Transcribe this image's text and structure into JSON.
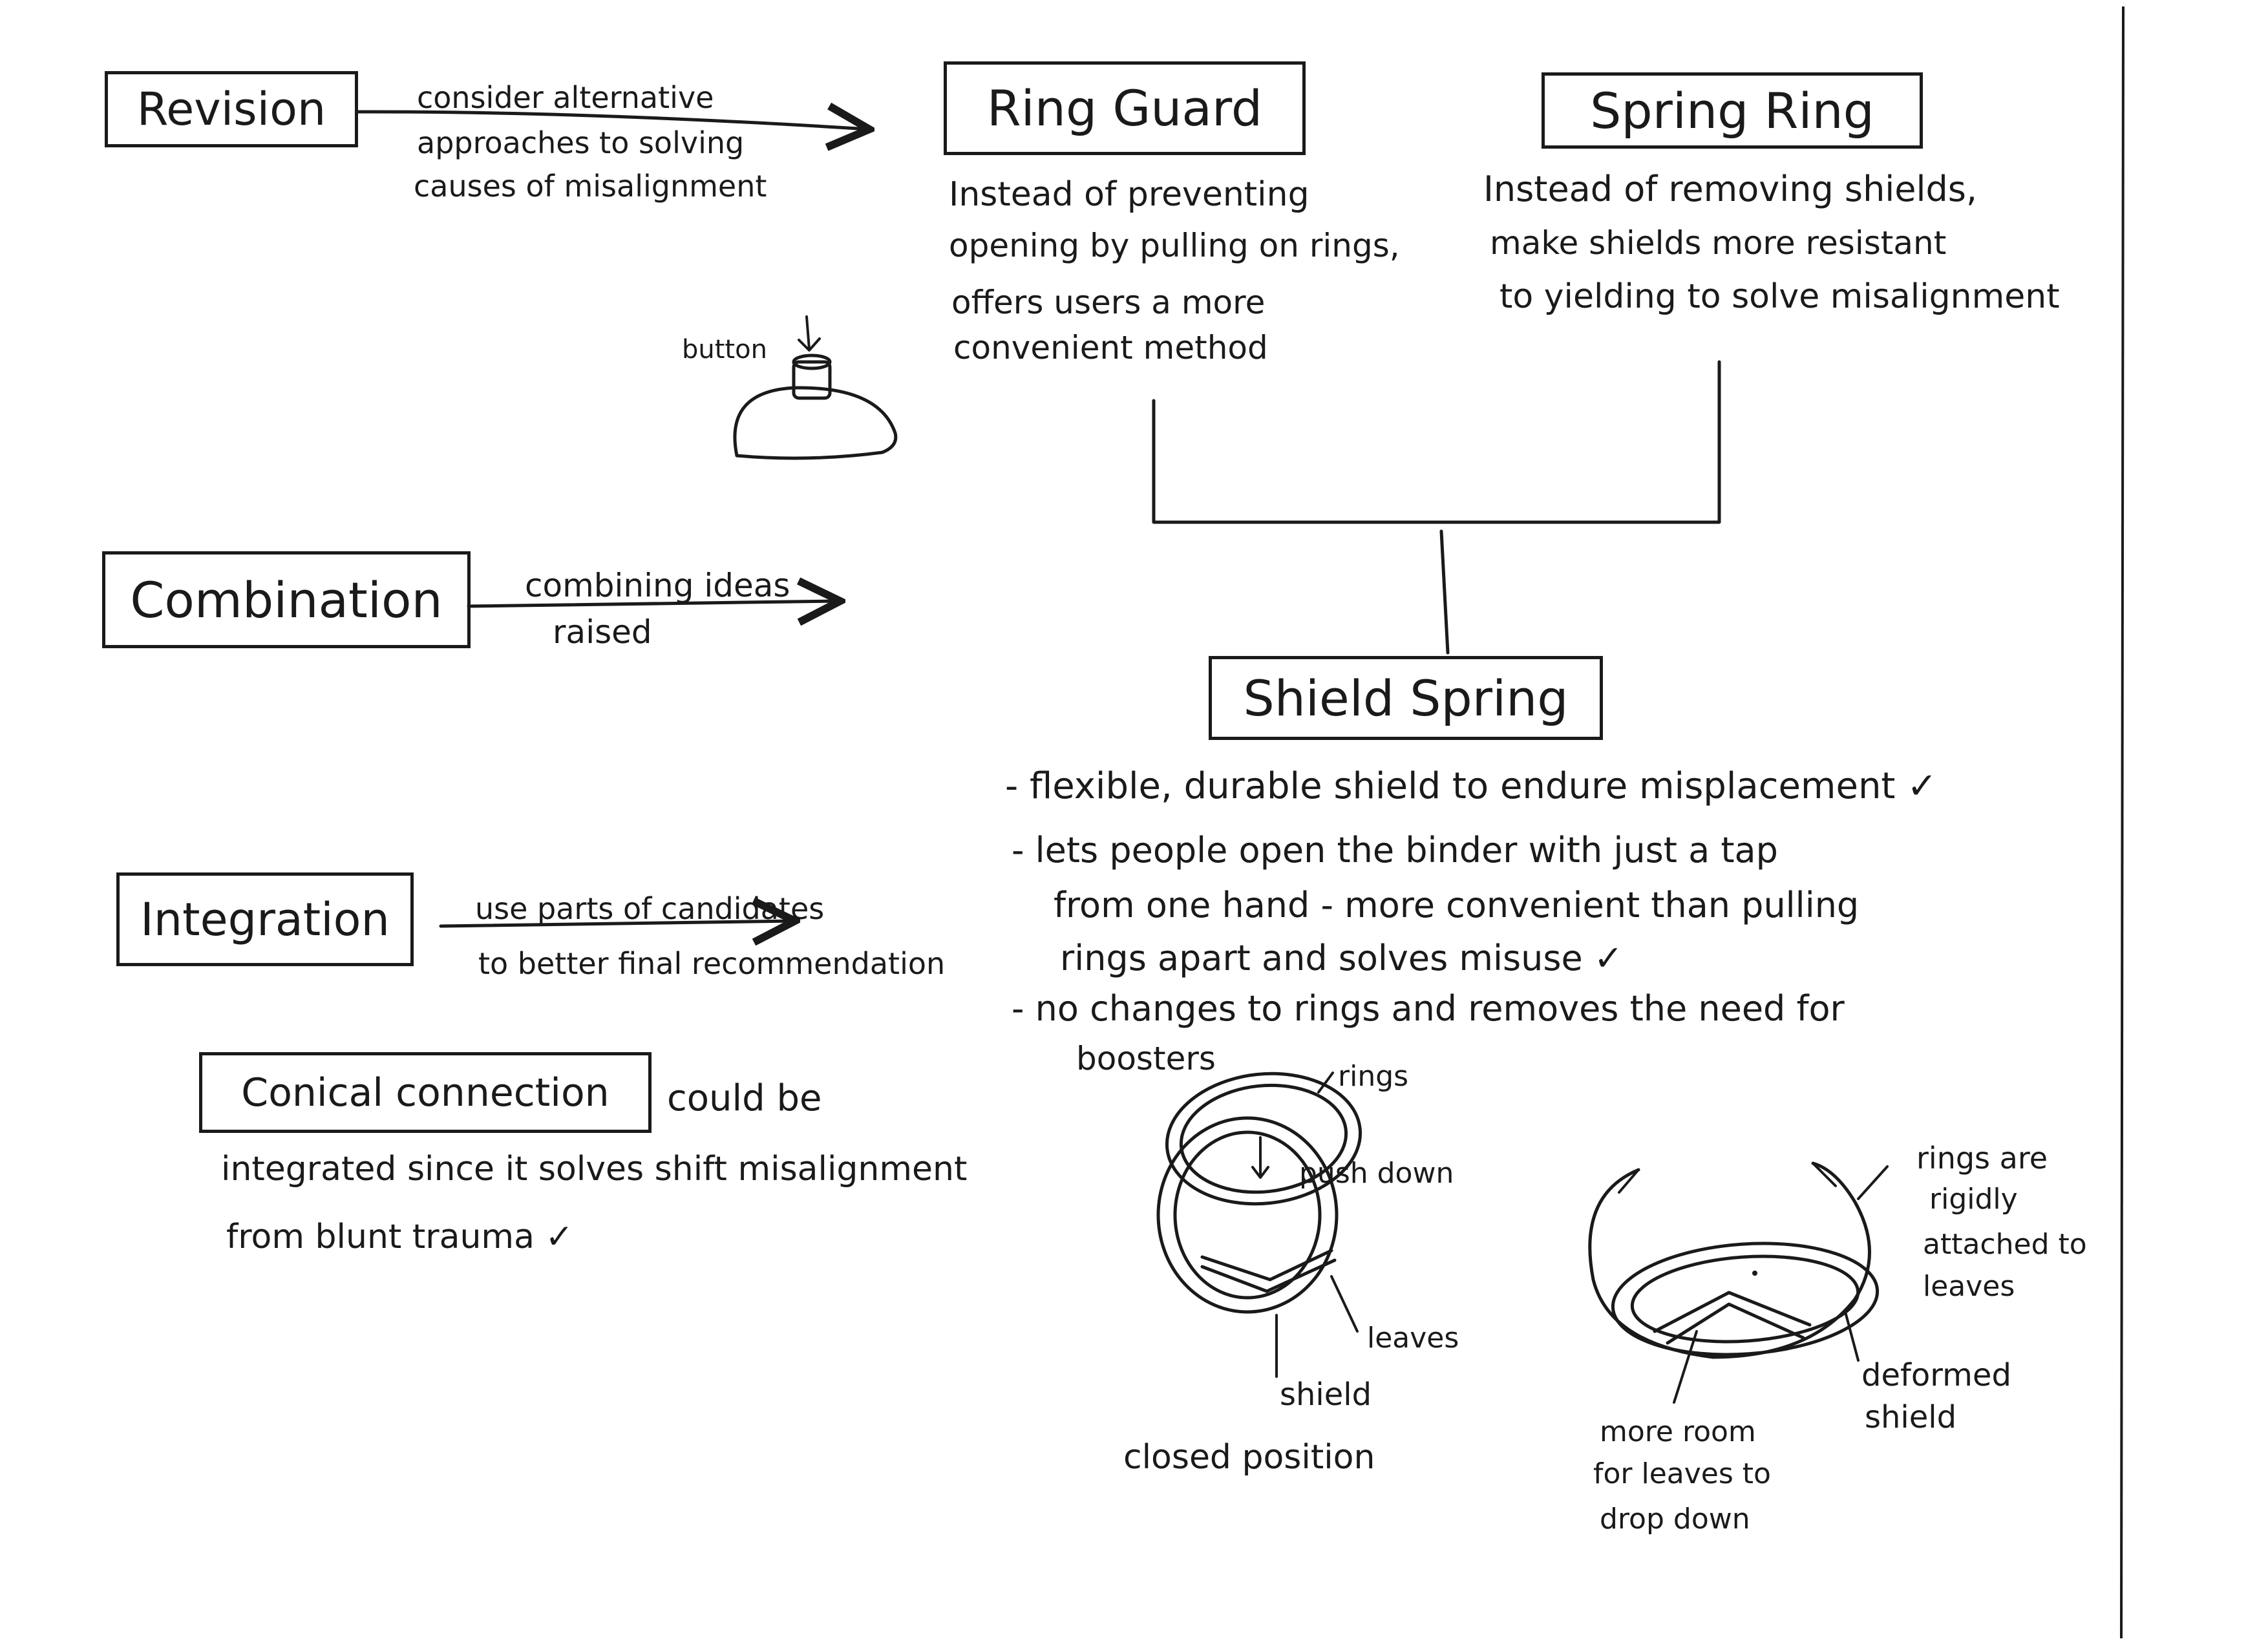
{
  "revision": {
    "title": "Revision",
    "note": [
      "consider alternative",
      "approaches to solving",
      "causes of misalignment"
    ],
    "sketch_label": "button"
  },
  "combination": {
    "title": "Combination",
    "note": [
      "combining ideas",
      "raised"
    ]
  },
  "integration": {
    "title": "Integration",
    "note": [
      "use parts of candidates",
      "to better final recommendation"
    ],
    "conical_box": "Conical connection",
    "conical_inline": "could be",
    "conical_text": [
      "integrated since it solves shift misalignment",
      "from blunt trauma ✓"
    ]
  },
  "ring_guard": {
    "title": "Ring Guard",
    "text": [
      "Instead of preventing",
      "opening by pulling on rings,",
      "offers users a more",
      "convenient method"
    ]
  },
  "spring_ring": {
    "title": "Spring Ring",
    "text": [
      "Instead of removing shields,",
      "make shields more resistant",
      "to yielding to solve misalignment"
    ]
  },
  "shield_spring": {
    "title": "Shield Spring",
    "bullets": [
      [
        "- flexible, durable shield to endure misplacement ✓"
      ],
      [
        "- lets people open the binder with just a tap",
        "from one hand - more convenient than pulling",
        "rings apart and solves misuse ✓"
      ],
      [
        "- no changes to rings and removes the need for",
        "boosters"
      ]
    ]
  },
  "sketch_closed": {
    "labels": {
      "rings": "rings",
      "push": "push down",
      "leaves": "leaves",
      "shield": "shield"
    },
    "caption": "closed position"
  },
  "sketch_open": {
    "labels": {
      "rings": [
        "rings are",
        "rigidly",
        "attached to",
        "leaves"
      ],
      "deformed": [
        "deformed",
        "shield"
      ],
      "room": [
        "more room",
        "for leaves to",
        "drop down"
      ]
    }
  }
}
